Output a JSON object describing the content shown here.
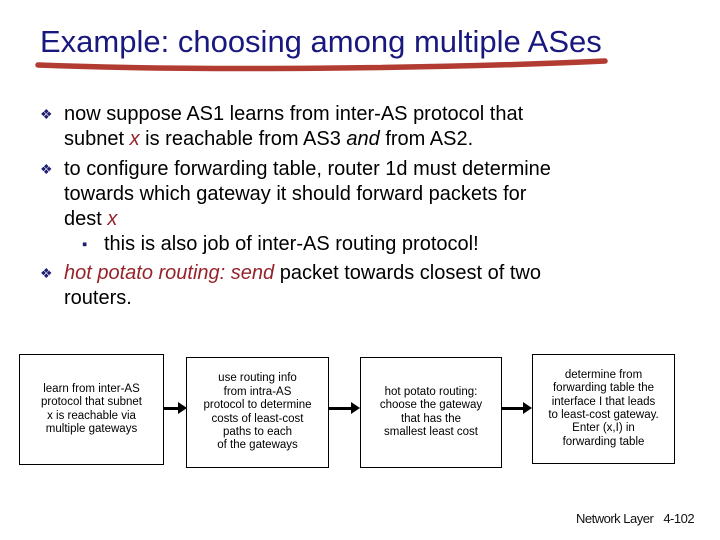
{
  "title": {
    "text": "Example: choosing among multiple ASes"
  },
  "glyphs": {
    "bullet": "❖",
    "sub_bullet": "▪"
  },
  "colors": {
    "title_navy": "#18187E",
    "underline_red": "#B23C32",
    "dark_red": "#96232A",
    "marker_navy": "#1F1F70"
  },
  "bullets": {
    "b1": {
      "l1": "now suppose AS1 learns from inter-AS protocol that",
      "l2_pre": "subnet ",
      "l2_x": "x",
      "l2_mid": " is reachable from AS3 ",
      "l2_and": "and",
      "l2_post": " from AS2."
    },
    "b2": {
      "l1": "to configure forwarding table, router 1d must determine",
      "l2": "towards which gateway it should forward packets for",
      "l3_pre": "dest ",
      "l3_x": "x"
    },
    "sub": {
      "text": "this is also job of inter-AS routing protocol!"
    },
    "b3": {
      "red": "hot potato routing: send",
      "rest": " packet towards closest of two",
      "l2": "routers."
    }
  },
  "flow": {
    "boxes": [
      {
        "lines": [
          "learn from inter-AS",
          "protocol that subnet",
          "x is reachable via",
          "multiple gateways"
        ]
      },
      {
        "lines": [
          "use routing info",
          "from intra-AS",
          "protocol to determine",
          "costs of least-cost",
          "paths to each",
          "of the gateways"
        ]
      },
      {
        "lines": [
          "hot potato routing:",
          "choose the gateway",
          "that has the",
          "smallest least cost"
        ]
      },
      {
        "lines": [
          "determine from",
          "forwarding table the",
          "interface I that leads",
          "to least-cost gateway.",
          "Enter (x,I) in",
          "forwarding table"
        ]
      }
    ]
  },
  "footer": {
    "label": "Network Layer",
    "page": "4-102"
  }
}
